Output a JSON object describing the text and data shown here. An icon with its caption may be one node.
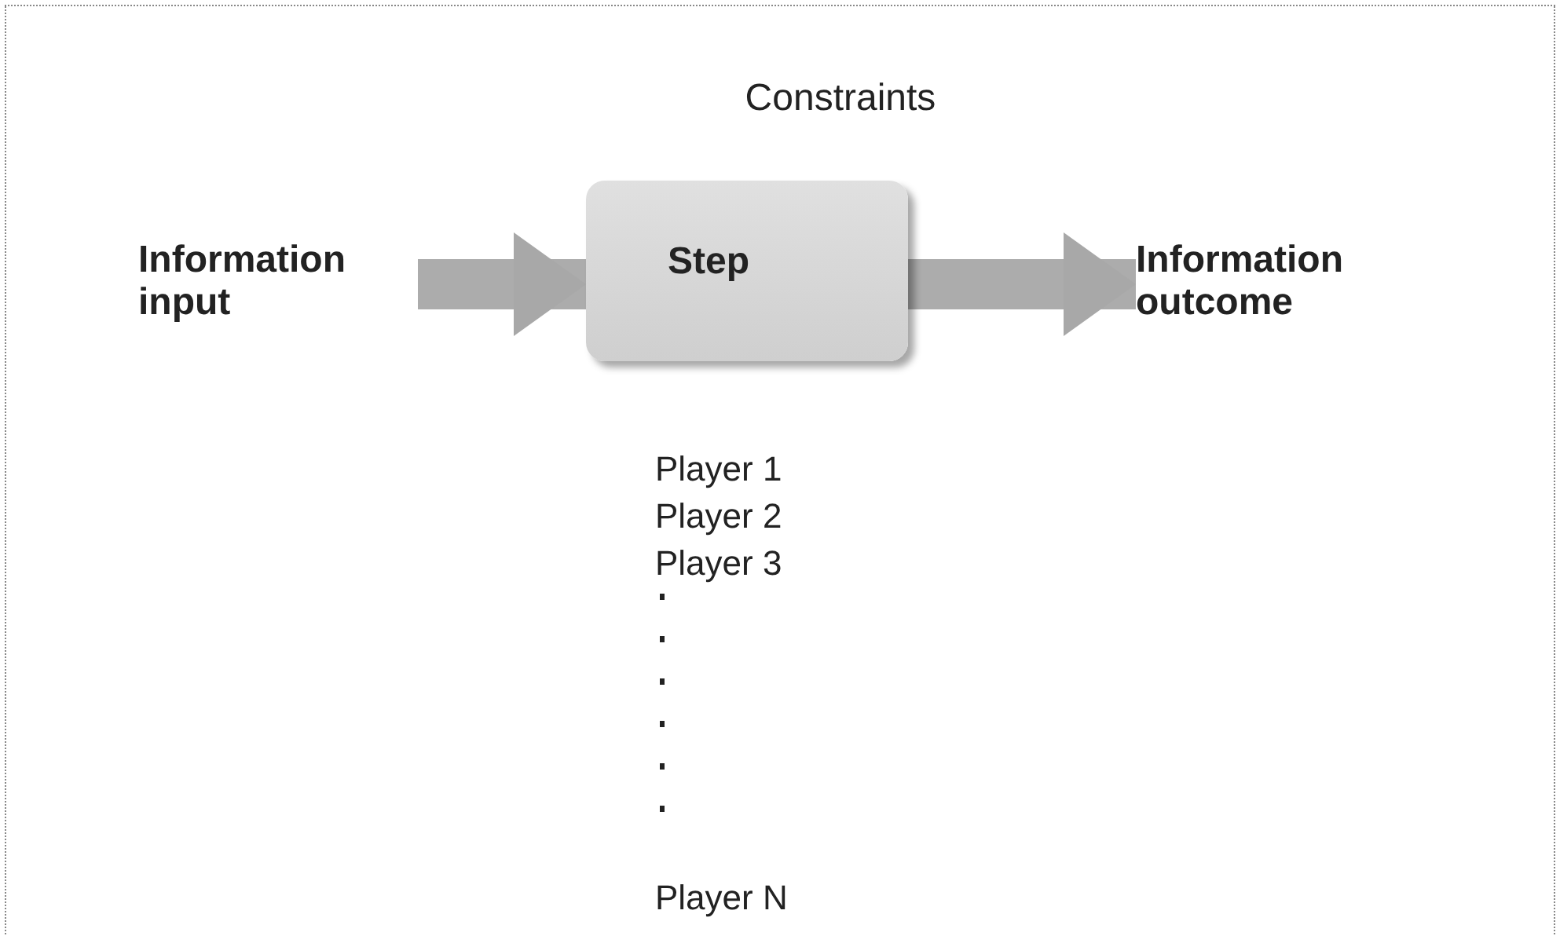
{
  "diagram": {
    "nodes": [
      {
        "text": [
          "Information input"
        ]
      },
      {
        "text": [
          "Step"
        ]
      },
      {
        "text": [
          "Information outcome"
        ]
      }
    ],
    "edges": [
      {
        "from": 0,
        "to": 1,
        "arrow": "to"
      },
      {
        "from": 1,
        "to": 2,
        "arrow": "to"
      }
    ],
    "labels": [
      "Constraints",
      "Player 1",
      "Player 2",
      "Player 3",
      "Player N"
    ]
  }
}
